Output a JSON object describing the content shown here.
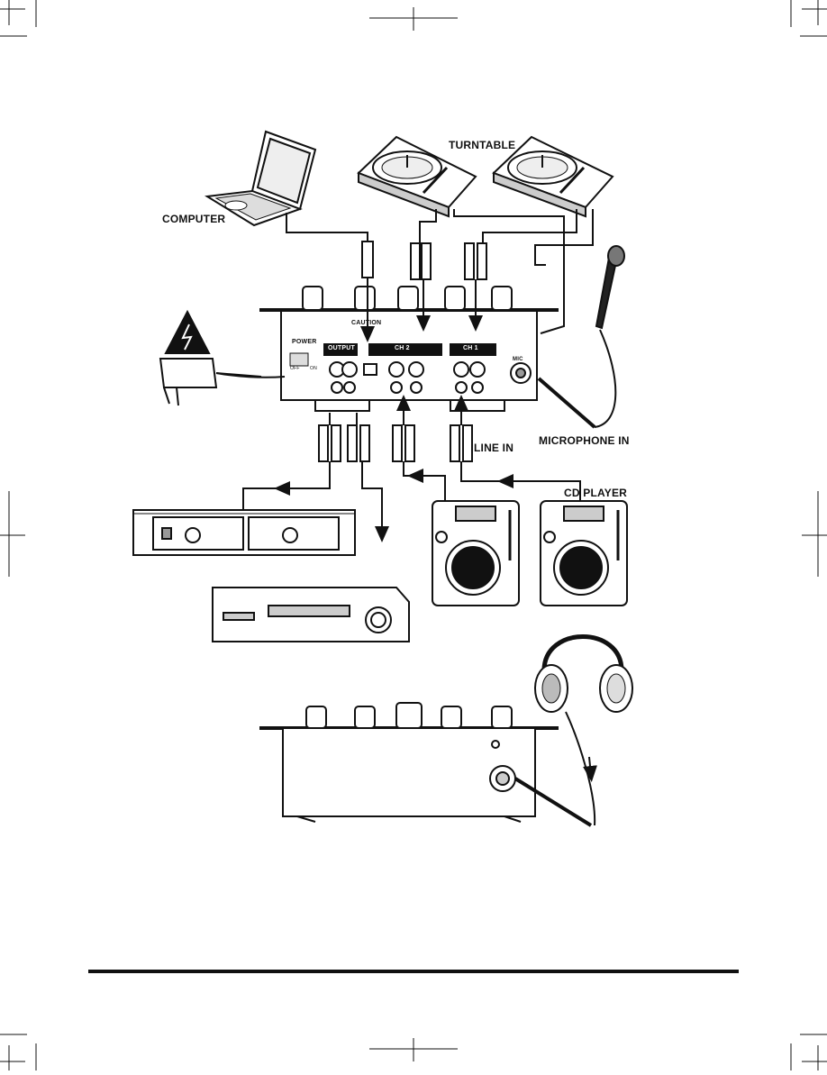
{
  "labels": {
    "turntable": "TURNTABLE",
    "computer": "COMPUTER",
    "microphone_in": "MICROPHONE IN",
    "line_in": "LINE IN",
    "cd_player": "CD PLAYER"
  },
  "panel": {
    "power": "POWER",
    "off": "OFF",
    "on": "ON",
    "output": "OUTPUT",
    "ch2": "CH 2",
    "ch1": "CH 1",
    "mic": "MIC",
    "caution": "CAUTION"
  },
  "colors": {
    "ink": "#111111",
    "paper": "#ffffff",
    "gray": "#888888"
  }
}
